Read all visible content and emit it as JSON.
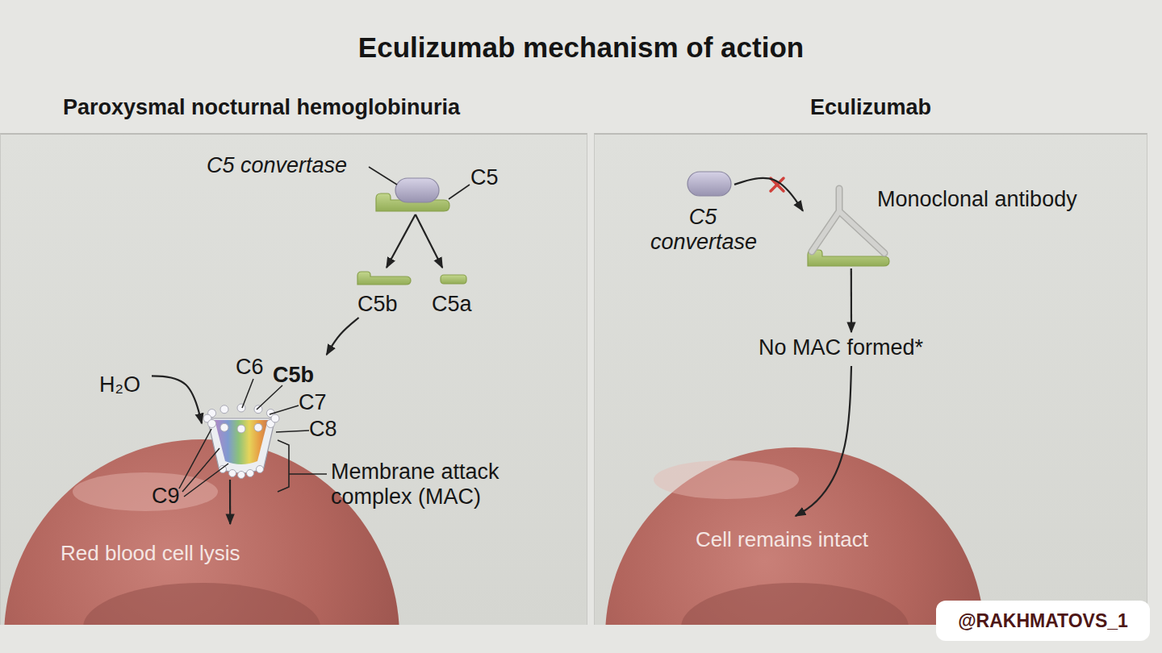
{
  "diagram": {
    "title": "Eculizumab mechanism of action",
    "nodes": [
      {
        "text": [
          "Paroxysmal nocturnal hemoglobinuria"
        ]
      },
      {
        "text": [
          "C5 convertase",
          "C5"
        ],
        "in": 0
      },
      {
        "text": [
          "C5b"
        ],
        "in": 0
      },
      {
        "text": [
          "C5a"
        ],
        "in": 0
      },
      {
        "text": [
          "H₂O"
        ],
        "in": 0
      },
      {
        "text": [
          "C6",
          "C5b",
          "C7",
          "C8",
          "C9",
          "Membrane attack complex (MAC)"
        ],
        "in": 0
      },
      {
        "text": [
          "Red blood cell lysis"
        ],
        "in": 0
      },
      {
        "text": [
          "Eculizumab"
        ]
      },
      {
        "text": [
          "C5 convertase"
        ],
        "in": 7
      },
      {
        "text": [
          "Monoclonal antibody"
        ],
        "in": 7
      },
      {
        "text": [
          "No MAC formed*"
        ],
        "in": 7
      },
      {
        "text": [
          "Cell remains intact"
        ],
        "in": 7
      },
      {
        "text": [
          "@RAKHMATOVS_1"
        ]
      }
    ],
    "edges": [
      {
        "from": 1,
        "to": 2,
        "arrow": "to"
      },
      {
        "from": 1,
        "to": 3,
        "arrow": "to"
      },
      {
        "from": 2,
        "to": 5,
        "arrow": "to"
      },
      {
        "from": 4,
        "to": 5,
        "arrow": "to"
      },
      {
        "from": 5,
        "to": 6,
        "arrow": "to"
      },
      {
        "from": 8,
        "to": 9,
        "arrow": "to"
      },
      {
        "from": 9,
        "to": 10,
        "arrow": "to"
      },
      {
        "from": 10,
        "to": 11,
        "arrow": "to"
      }
    ]
  }
}
